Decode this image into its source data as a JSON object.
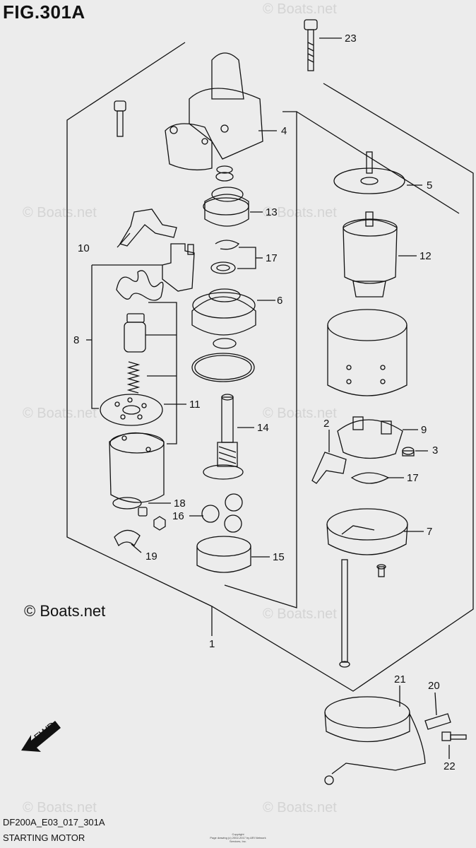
{
  "figure": {
    "title": "FIG.301A",
    "code": "DF200A_E03_017_301A",
    "subtitle": "STARTING MOTOR",
    "copyright_main": "© Boats.net",
    "watermark": "© Boats.net",
    "fine_print_1": "Copyright",
    "fine_print_2": "Page drawing (c) 2002-2017 by ARI Network Services, Inc."
  },
  "callouts": [
    {
      "id": "1",
      "label": "1"
    },
    {
      "id": "2",
      "label": "2"
    },
    {
      "id": "3",
      "label": "3"
    },
    {
      "id": "4",
      "label": "4"
    },
    {
      "id": "5",
      "label": "5"
    },
    {
      "id": "6",
      "label": "6"
    },
    {
      "id": "7",
      "label": "7"
    },
    {
      "id": "8",
      "label": "8"
    },
    {
      "id": "9",
      "label": "9"
    },
    {
      "id": "10",
      "label": "10"
    },
    {
      "id": "11",
      "label": "11"
    },
    {
      "id": "12",
      "label": "12"
    },
    {
      "id": "13",
      "label": "13"
    },
    {
      "id": "14",
      "label": "14"
    },
    {
      "id": "15",
      "label": "15"
    },
    {
      "id": "16",
      "label": "16"
    },
    {
      "id": "17a",
      "label": "17"
    },
    {
      "id": "17b",
      "label": "17"
    },
    {
      "id": "18",
      "label": "18"
    },
    {
      "id": "19",
      "label": "19"
    },
    {
      "id": "20",
      "label": "20"
    },
    {
      "id": "21",
      "label": "21"
    },
    {
      "id": "22",
      "label": "22"
    },
    {
      "id": "23",
      "label": "23"
    }
  ],
  "fwd_arrow": {
    "label": "FWD"
  },
  "colors": {
    "background": "#ececec",
    "line": "#111111",
    "watermark": "#d4d4d4"
  }
}
